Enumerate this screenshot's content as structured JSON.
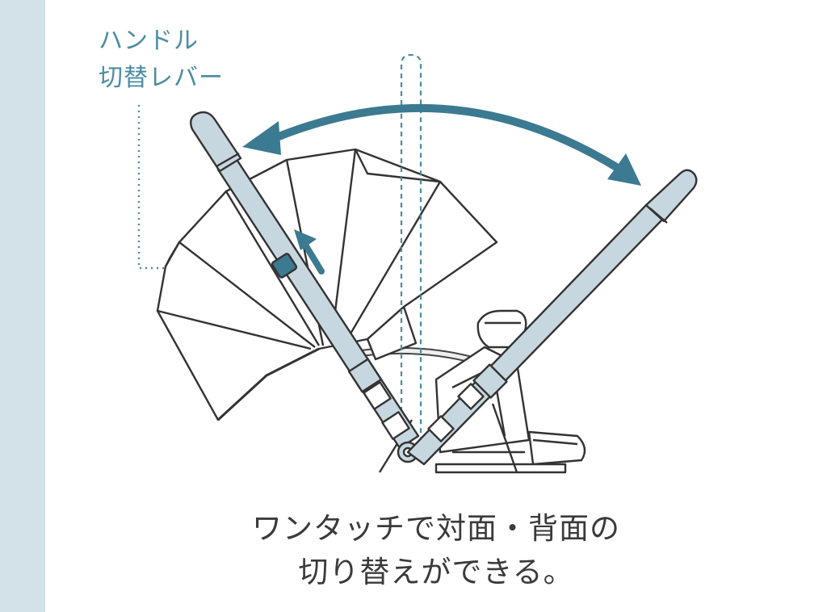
{
  "label": {
    "line1": "ハンドル",
    "line2": "切替レバー"
  },
  "caption": {
    "line1": "ワンタッチで対面・背面の",
    "line2": "切り替えができる。"
  },
  "colors": {
    "accent": "#3b7a91",
    "label_text": "#4a8ca3",
    "side_band": "#d3e1e8",
    "handle_fill": "#c7d7e0",
    "outline": "#333333",
    "caption_text": "#3a3a3a"
  }
}
